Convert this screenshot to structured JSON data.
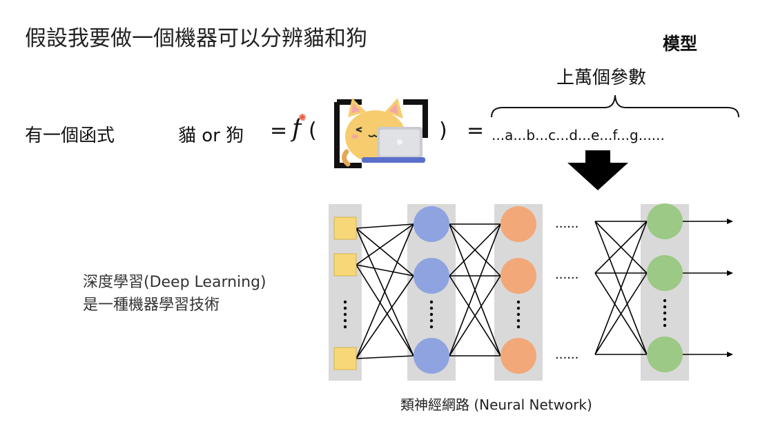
{
  "slide": {
    "title": "假設我要做一個機器可以分辨貓和狗",
    "model_label": "模型",
    "params_label": "上萬個參數",
    "function_intro": "有一個函式",
    "cat_or_dog": "貓 or 狗",
    "equals": "=",
    "function_symbol": "f",
    "left_paren": "(",
    "right_paren": ")",
    "params_sequence": "...a...b...c...d...e...f...g......",
    "deep_learning_line1": "深度學習(Deep Learning)",
    "deep_learning_line2": "是一種機器學習技術",
    "network_caption": "類神經網路 (Neural Network)",
    "ellipsis": "......"
  },
  "colors": {
    "input_node": "#f8d778",
    "layer1_node": "#8ea3e0",
    "layer2_node": "#f2a878",
    "output_node": "#9cc985",
    "layer_bg": "#d9d9d9"
  },
  "icons": [
    "cat-with-laptop-icon",
    "down-arrow-icon"
  ]
}
